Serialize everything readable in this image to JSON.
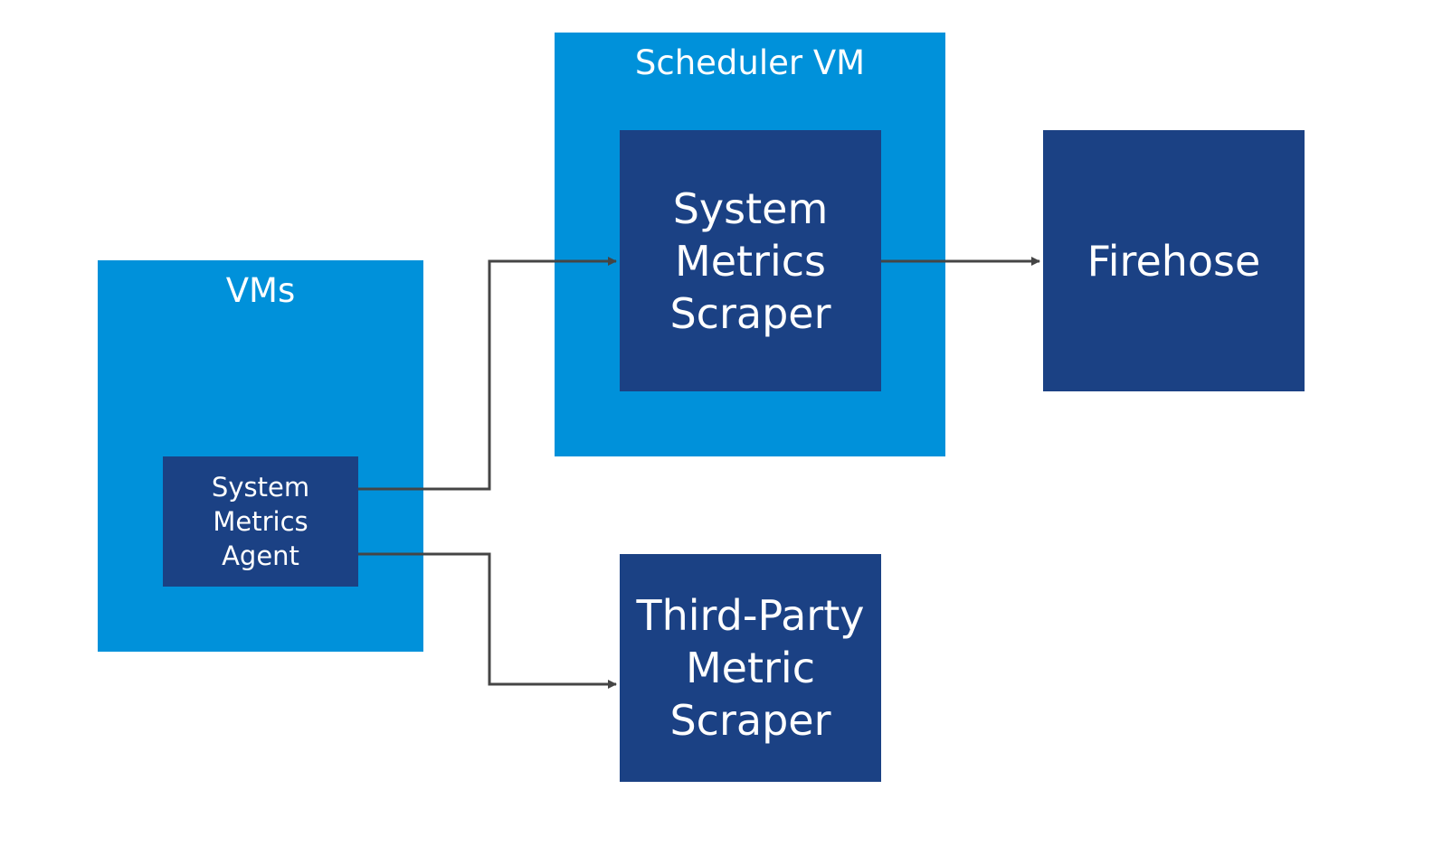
{
  "vms": {
    "title": "VMs",
    "agent": {
      "lines": [
        "System",
        "Metrics",
        "Agent"
      ]
    }
  },
  "scheduler_vm": {
    "title": "Scheduler VM",
    "scraper": {
      "lines": [
        "System",
        "Metrics",
        "Scraper"
      ]
    }
  },
  "firehose": {
    "label": "Firehose"
  },
  "third_party": {
    "lines": [
      "Third-Party",
      "Metric",
      "Scraper"
    ]
  },
  "colors": {
    "outer_box": "#0091DA",
    "inner_box": "#1B4184",
    "text": "#FFFFFF",
    "connector": "#454545"
  },
  "connections": [
    {
      "from": "System Metrics Agent",
      "to": "System Metrics Scraper"
    },
    {
      "from": "System Metrics Scraper",
      "to": "Firehose"
    },
    {
      "from": "System Metrics Agent",
      "to": "Third-Party Metric Scraper"
    }
  ]
}
